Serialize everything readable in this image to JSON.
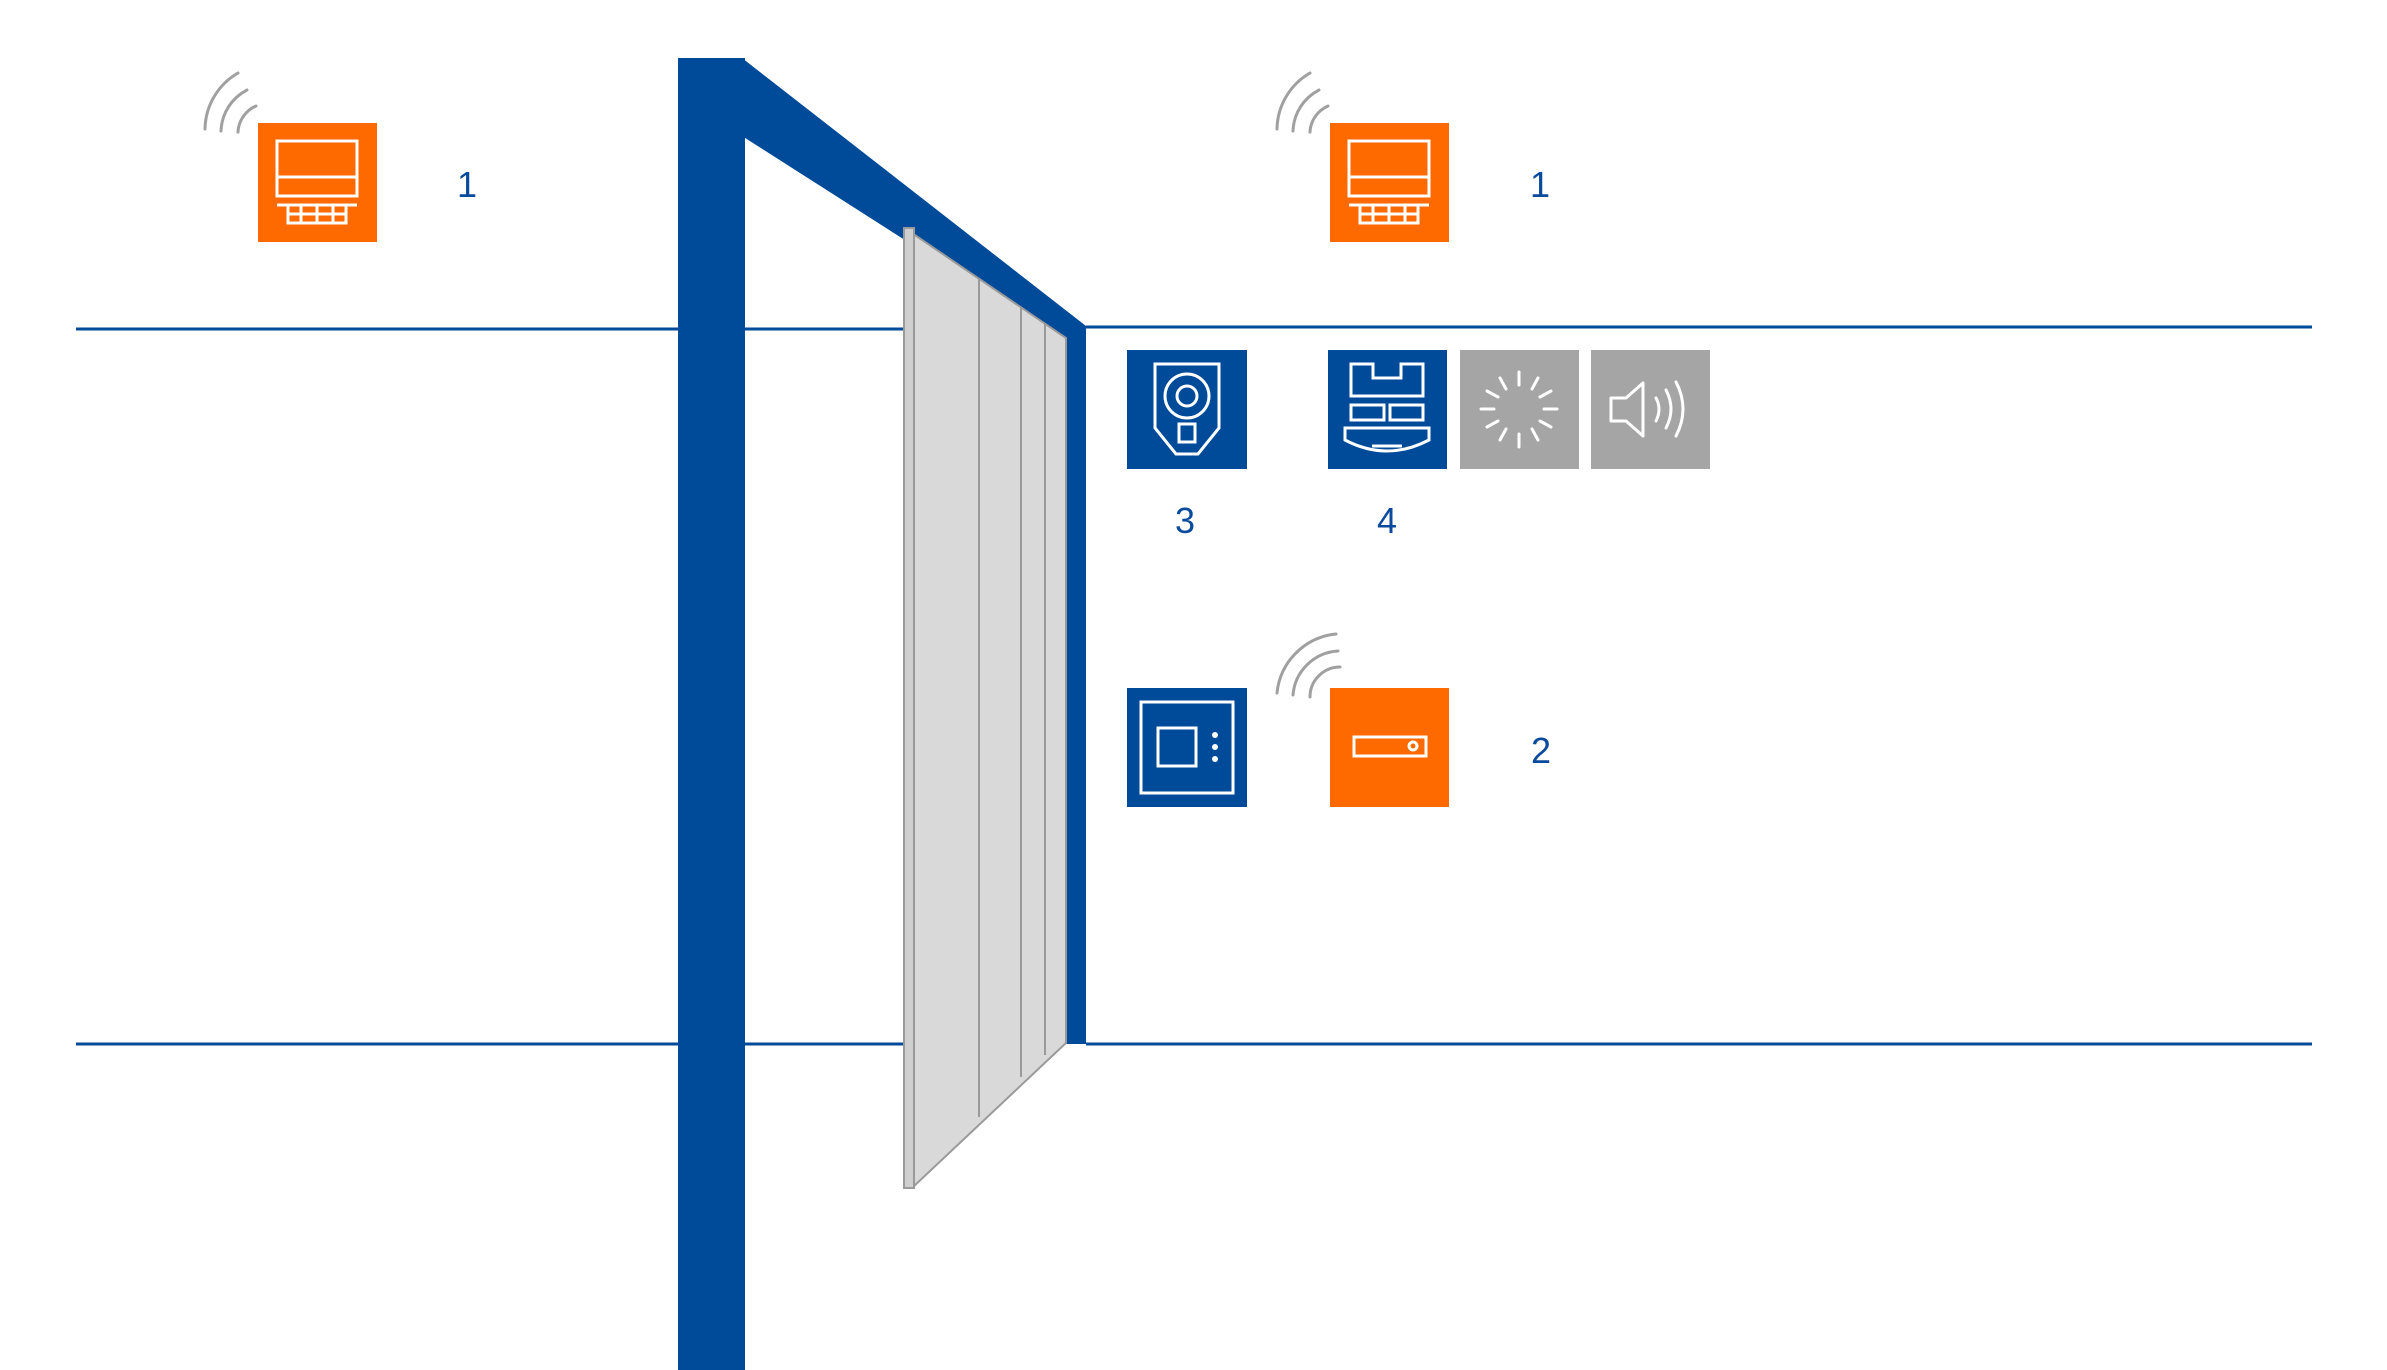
{
  "colors": {
    "blue": "#004a9a",
    "orange": "#ff6a00",
    "gray": "#a5a5a5",
    "door_panel": "#d9d9d9",
    "wave": "#a0a0a0",
    "label": "#0a4a9c"
  },
  "labels": {
    "sensor_left": "1",
    "sensor_right": "1",
    "reader": "3",
    "controller_group": "4",
    "radio_receiver": "2"
  },
  "icons": [
    "radar-motion-sensor-icon",
    "camera-lock-icon",
    "control-unit-icon",
    "flash-light-icon",
    "speaker-icon",
    "wall-panel-icon",
    "radio-receiver-icon",
    "wireless-signal-icon"
  ]
}
